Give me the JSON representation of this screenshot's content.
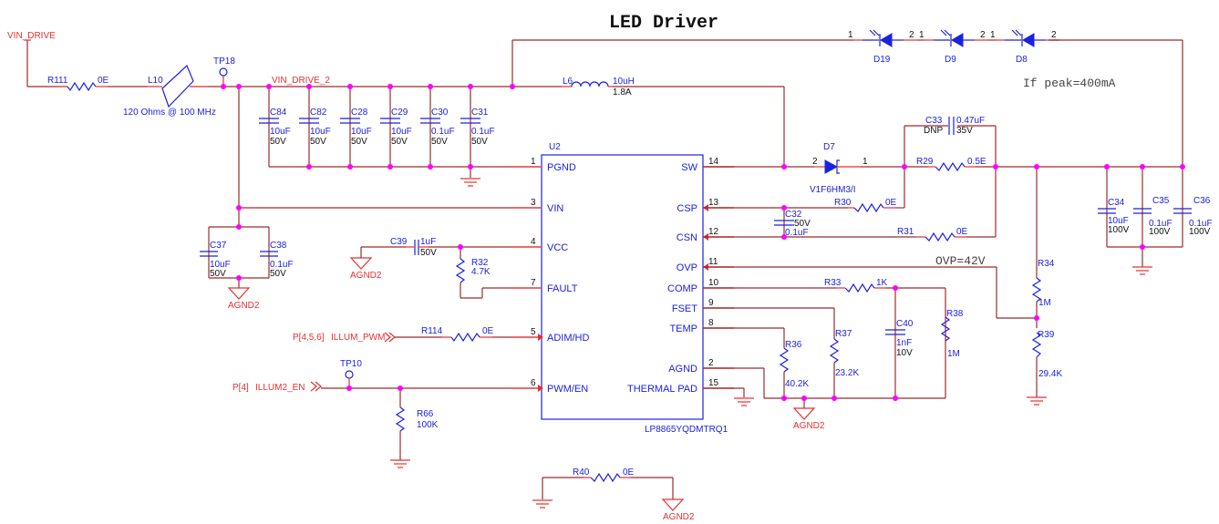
{
  "title": "LED Driver",
  "notes": {
    "if_peak": "If peak=400mA",
    "ovp": "OVP=42V"
  },
  "nets": {
    "vin_drive": "VIN_DRIVE",
    "vin_drive_2": "VIN_DRIVE_2",
    "agnd2": "AGND2",
    "illum_pwm_port": "P[4,5,6]",
    "illum_pwm": "ILLUM_PWM",
    "illum2_en_port": "P[4]",
    "illum2_en": "ILLUM2_EN"
  },
  "components": {
    "R111": {
      "ref": "R111",
      "value": "0E"
    },
    "L10": {
      "ref": "L10",
      "value": "120 Ohms @ 100 MHz"
    },
    "TP18": {
      "ref": "TP18"
    },
    "TP10": {
      "ref": "TP10"
    },
    "C84": {
      "ref": "C84",
      "value": "10uF",
      "rating": "50V"
    },
    "C82": {
      "ref": "C82",
      "value": "10uF",
      "rating": "50V"
    },
    "C28": {
      "ref": "C28",
      "value": "10uF",
      "rating": "50V"
    },
    "C29": {
      "ref": "C29",
      "value": "10uF",
      "rating": "50V"
    },
    "C30": {
      "ref": "C30",
      "value": "0.1uF",
      "rating": "50V"
    },
    "C31": {
      "ref": "C31",
      "value": "0.1uF",
      "rating": "50V"
    },
    "L6": {
      "ref": "L6",
      "value": "10uH",
      "rating": "1.8A"
    },
    "D19": {
      "ref": "D19",
      "pin1": "1",
      "pin2": "2"
    },
    "D9": {
      "ref": "D9",
      "pin1": "1",
      "pin2": "2"
    },
    "D8": {
      "ref": "D8",
      "pin1": "1",
      "pin2": "2"
    },
    "D7": {
      "ref": "D7",
      "value": "V1F6HM3/I",
      "pin1": "1",
      "pin2": "2"
    },
    "C33": {
      "ref": "C33",
      "dnp": "DNP",
      "value": "0.47uF",
      "rating": "35V"
    },
    "R29": {
      "ref": "R29",
      "value": "0.5E"
    },
    "R30": {
      "ref": "R30",
      "value": "0E"
    },
    "R31": {
      "ref": "R31",
      "value": "0E"
    },
    "C32": {
      "ref": "C32",
      "value": "0.1uF",
      "rating": "50V"
    },
    "C34": {
      "ref": "C34",
      "value": "10uF",
      "rating": "100V"
    },
    "C35": {
      "ref": "C35",
      "value": "0.1uF",
      "rating": "100V"
    },
    "C36": {
      "ref": "C36",
      "value": "0.1uF",
      "rating": "100V"
    },
    "C37": {
      "ref": "C37",
      "value": "10uF",
      "rating": "50V"
    },
    "C38": {
      "ref": "C38",
      "value": "0.1uF",
      "rating": "50V"
    },
    "C39": {
      "ref": "C39",
      "value": "1uF",
      "rating": "50V"
    },
    "R32": {
      "ref": "R32",
      "value": "4.7K"
    },
    "R114": {
      "ref": "R114",
      "value": "0E"
    },
    "R66": {
      "ref": "R66",
      "value": "100K"
    },
    "R33": {
      "ref": "R33",
      "value": "1K"
    },
    "R34": {
      "ref": "R34",
      "value": "1M"
    },
    "R39": {
      "ref": "R39",
      "value": "29.4K"
    },
    "R36": {
      "ref": "R36",
      "value": "40.2K"
    },
    "R37": {
      "ref": "R37",
      "value": "23.2K"
    },
    "R38": {
      "ref": "R38",
      "value": "1M"
    },
    "C40": {
      "ref": "C40",
      "value": "1nF",
      "rating": "10V"
    },
    "R40": {
      "ref": "R40",
      "value": "0E"
    }
  },
  "ic": {
    "ref": "U2",
    "part": "LP8865YQDMTRQ1",
    "left_pins": [
      {
        "num": "1",
        "name": "PGND"
      },
      {
        "num": "3",
        "name": "VIN"
      },
      {
        "num": "4",
        "name": "VCC"
      },
      {
        "num": "7",
        "name": "FAULT"
      },
      {
        "num": "5",
        "name": "ADIM/HD"
      },
      {
        "num": "6",
        "name": "PWM/EN"
      }
    ],
    "right_pins": [
      {
        "num": "14",
        "name": "SW"
      },
      {
        "num": "13",
        "name": "CSP"
      },
      {
        "num": "12",
        "name": "CSN"
      },
      {
        "num": "11",
        "name": "OVP"
      },
      {
        "num": "10",
        "name": "COMP"
      },
      {
        "num": "9",
        "name": "FSET"
      },
      {
        "num": "8",
        "name": "TEMP"
      },
      {
        "num": "2",
        "name": "AGND"
      },
      {
        "num": "15",
        "name": "THERMAL PAD"
      }
    ]
  }
}
